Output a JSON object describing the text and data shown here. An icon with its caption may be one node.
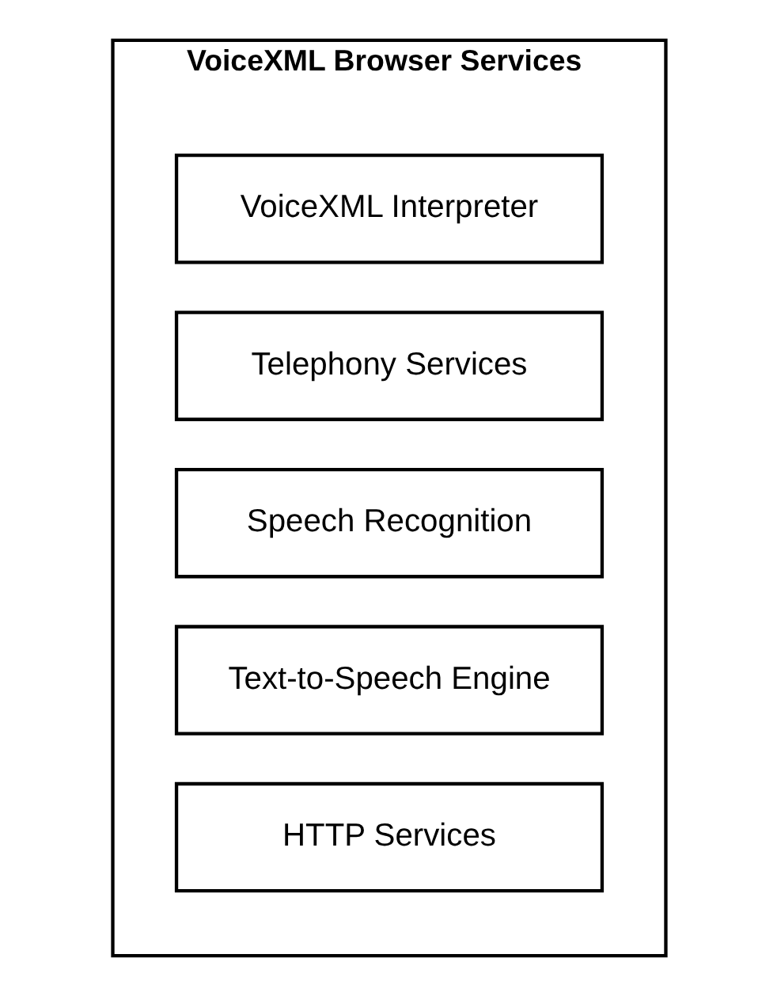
{
  "diagram": {
    "nodes": [
      {
        "text": [
          "VoiceXML Browser Services"
        ]
      },
      {
        "text": [
          "VoiceXML Interpreter"
        ],
        "in": 0
      },
      {
        "text": [
          "Telephony Services"
        ],
        "in": 0
      },
      {
        "text": [
          "Speech Recognition"
        ],
        "in": 0
      },
      {
        "text": [
          "Text-to-Speech Engine"
        ],
        "in": 0
      },
      {
        "text": [
          "HTTP Services"
        ],
        "in": 0
      }
    ]
  }
}
